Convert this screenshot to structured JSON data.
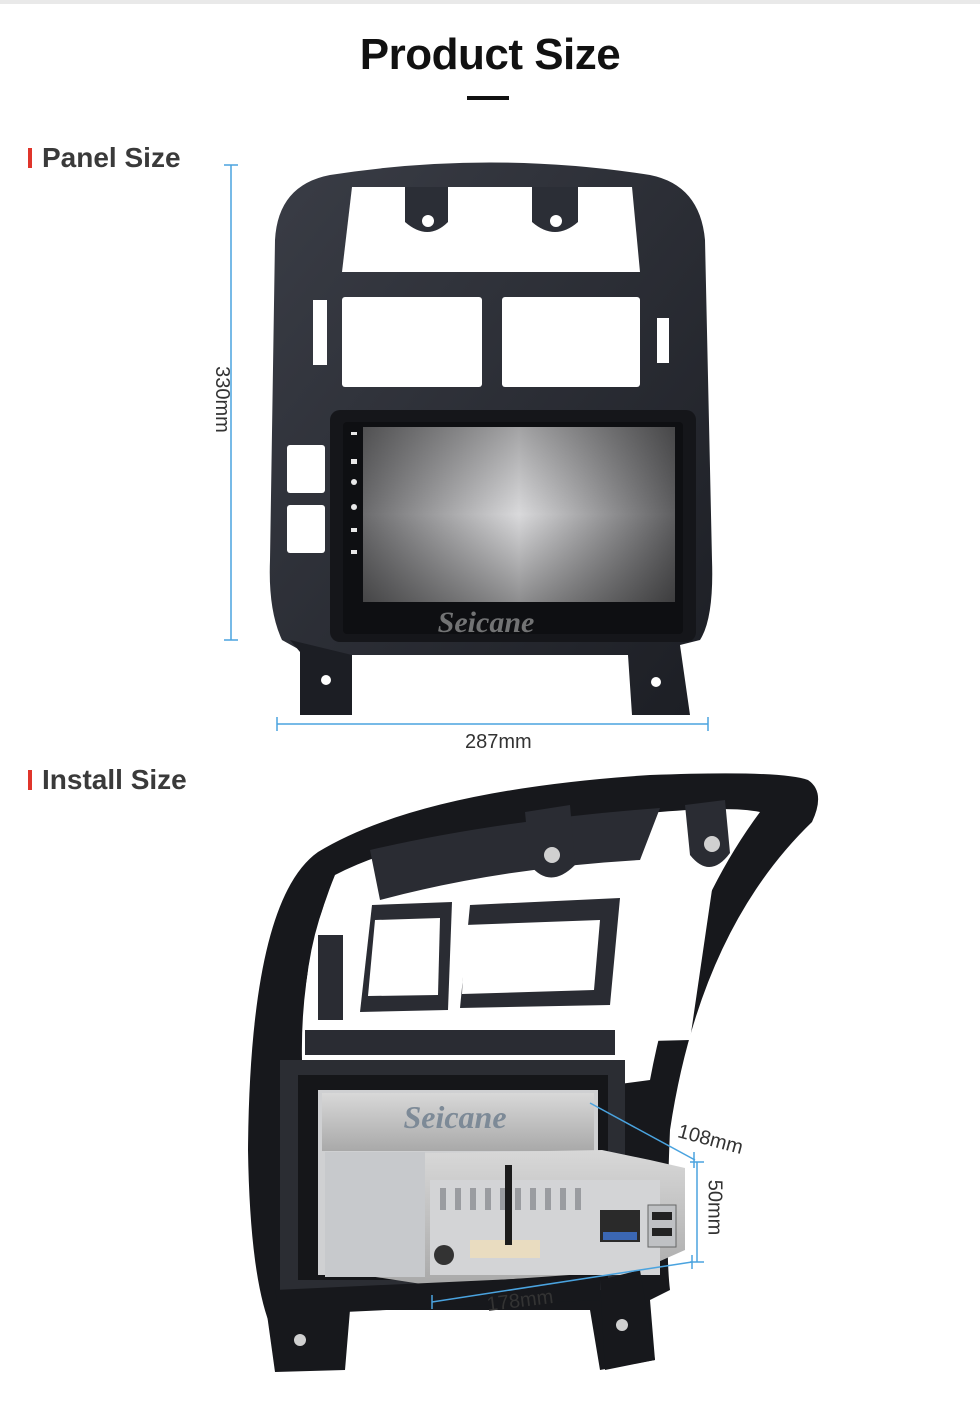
{
  "page": {
    "title": "Product Size"
  },
  "sections": {
    "panel": {
      "heading": "Panel Size",
      "height_label": "330mm",
      "width_label": "287mm"
    },
    "install": {
      "heading": "Install Size",
      "depth_label": "108mm",
      "height_label": "50mm",
      "width_label": "178mm"
    }
  },
  "brand": {
    "watermark": "Seicane"
  },
  "colors": {
    "accent": "#e0352b",
    "dimension_line": "#4aa3df",
    "panel": "#22242b"
  }
}
